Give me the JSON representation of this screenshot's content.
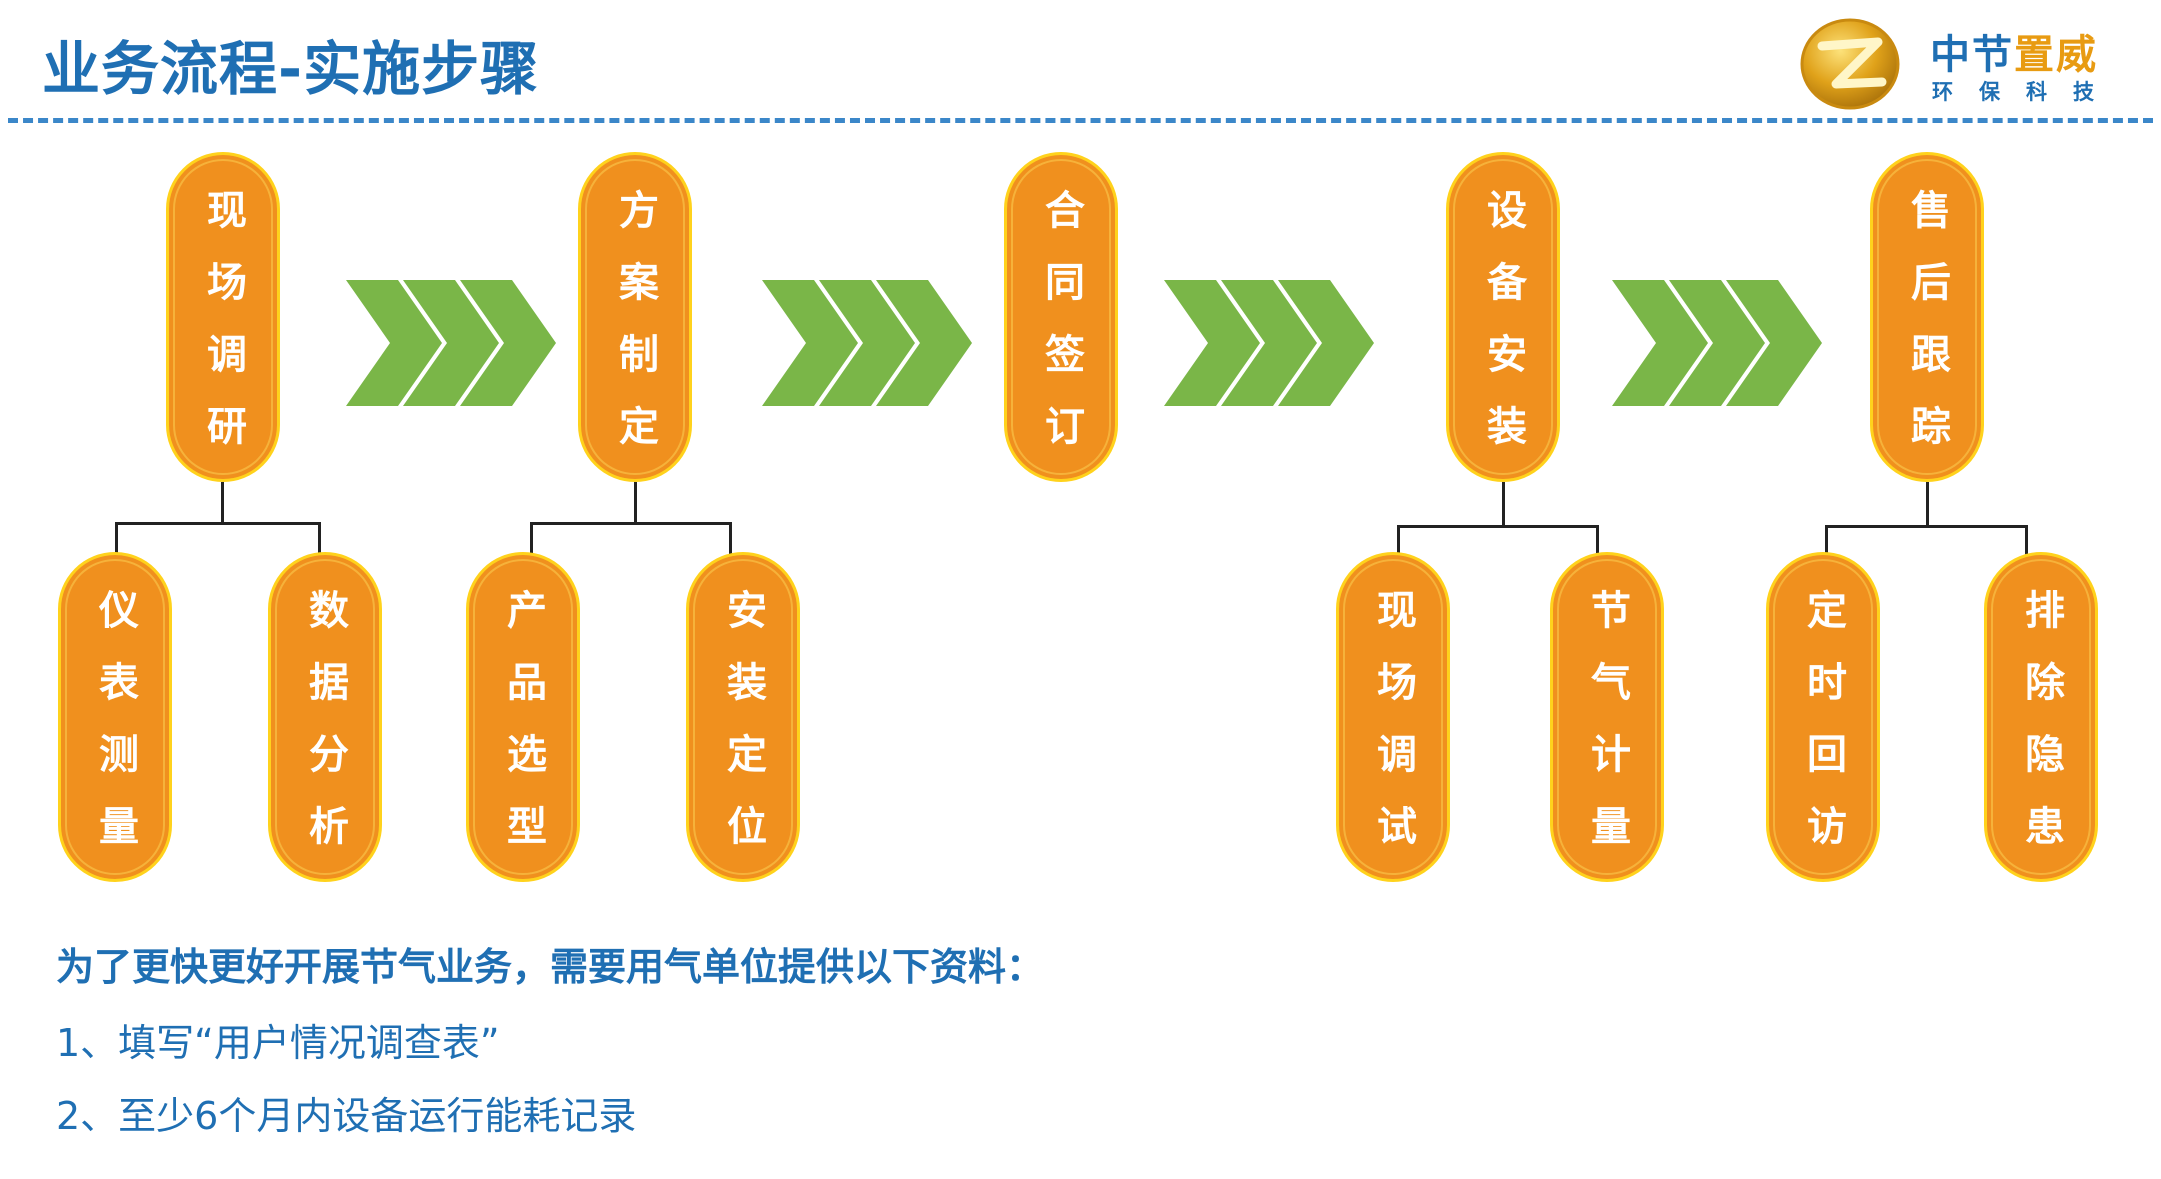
{
  "title": "业务流程-实施步骤",
  "logo": {
    "name_part1": "中节",
    "name_part2": "置威",
    "subtitle": "环保科技",
    "colors": {
      "blue": "#1f6fb3",
      "gold": "#e89b12"
    }
  },
  "steps": [
    {
      "label": "现场调研",
      "children": [
        "仪表测量",
        "数据分析"
      ]
    },
    {
      "label": "方案制定",
      "children": [
        "产品选型",
        "安装定位"
      ]
    },
    {
      "label": "合同签订",
      "children": []
    },
    {
      "label": "设备安装",
      "children": [
        "现场调试",
        "节气计量"
      ]
    },
    {
      "label": "售后跟踪",
      "children": [
        "定时回访",
        "排除隐患"
      ]
    }
  ],
  "notes": {
    "heading": "为了更快更好开展节气业务，需要用气单位提供以下资料：",
    "items": [
      "1、填写“用户情况调查表”",
      "2、至少6个月内设备运行能耗记录"
    ]
  },
  "colors": {
    "title": "#1f6fb3",
    "pill_fill": "#f0901e",
    "pill_border": "#ffd21c",
    "arrow": "#7ab648",
    "connector": "#222222"
  }
}
